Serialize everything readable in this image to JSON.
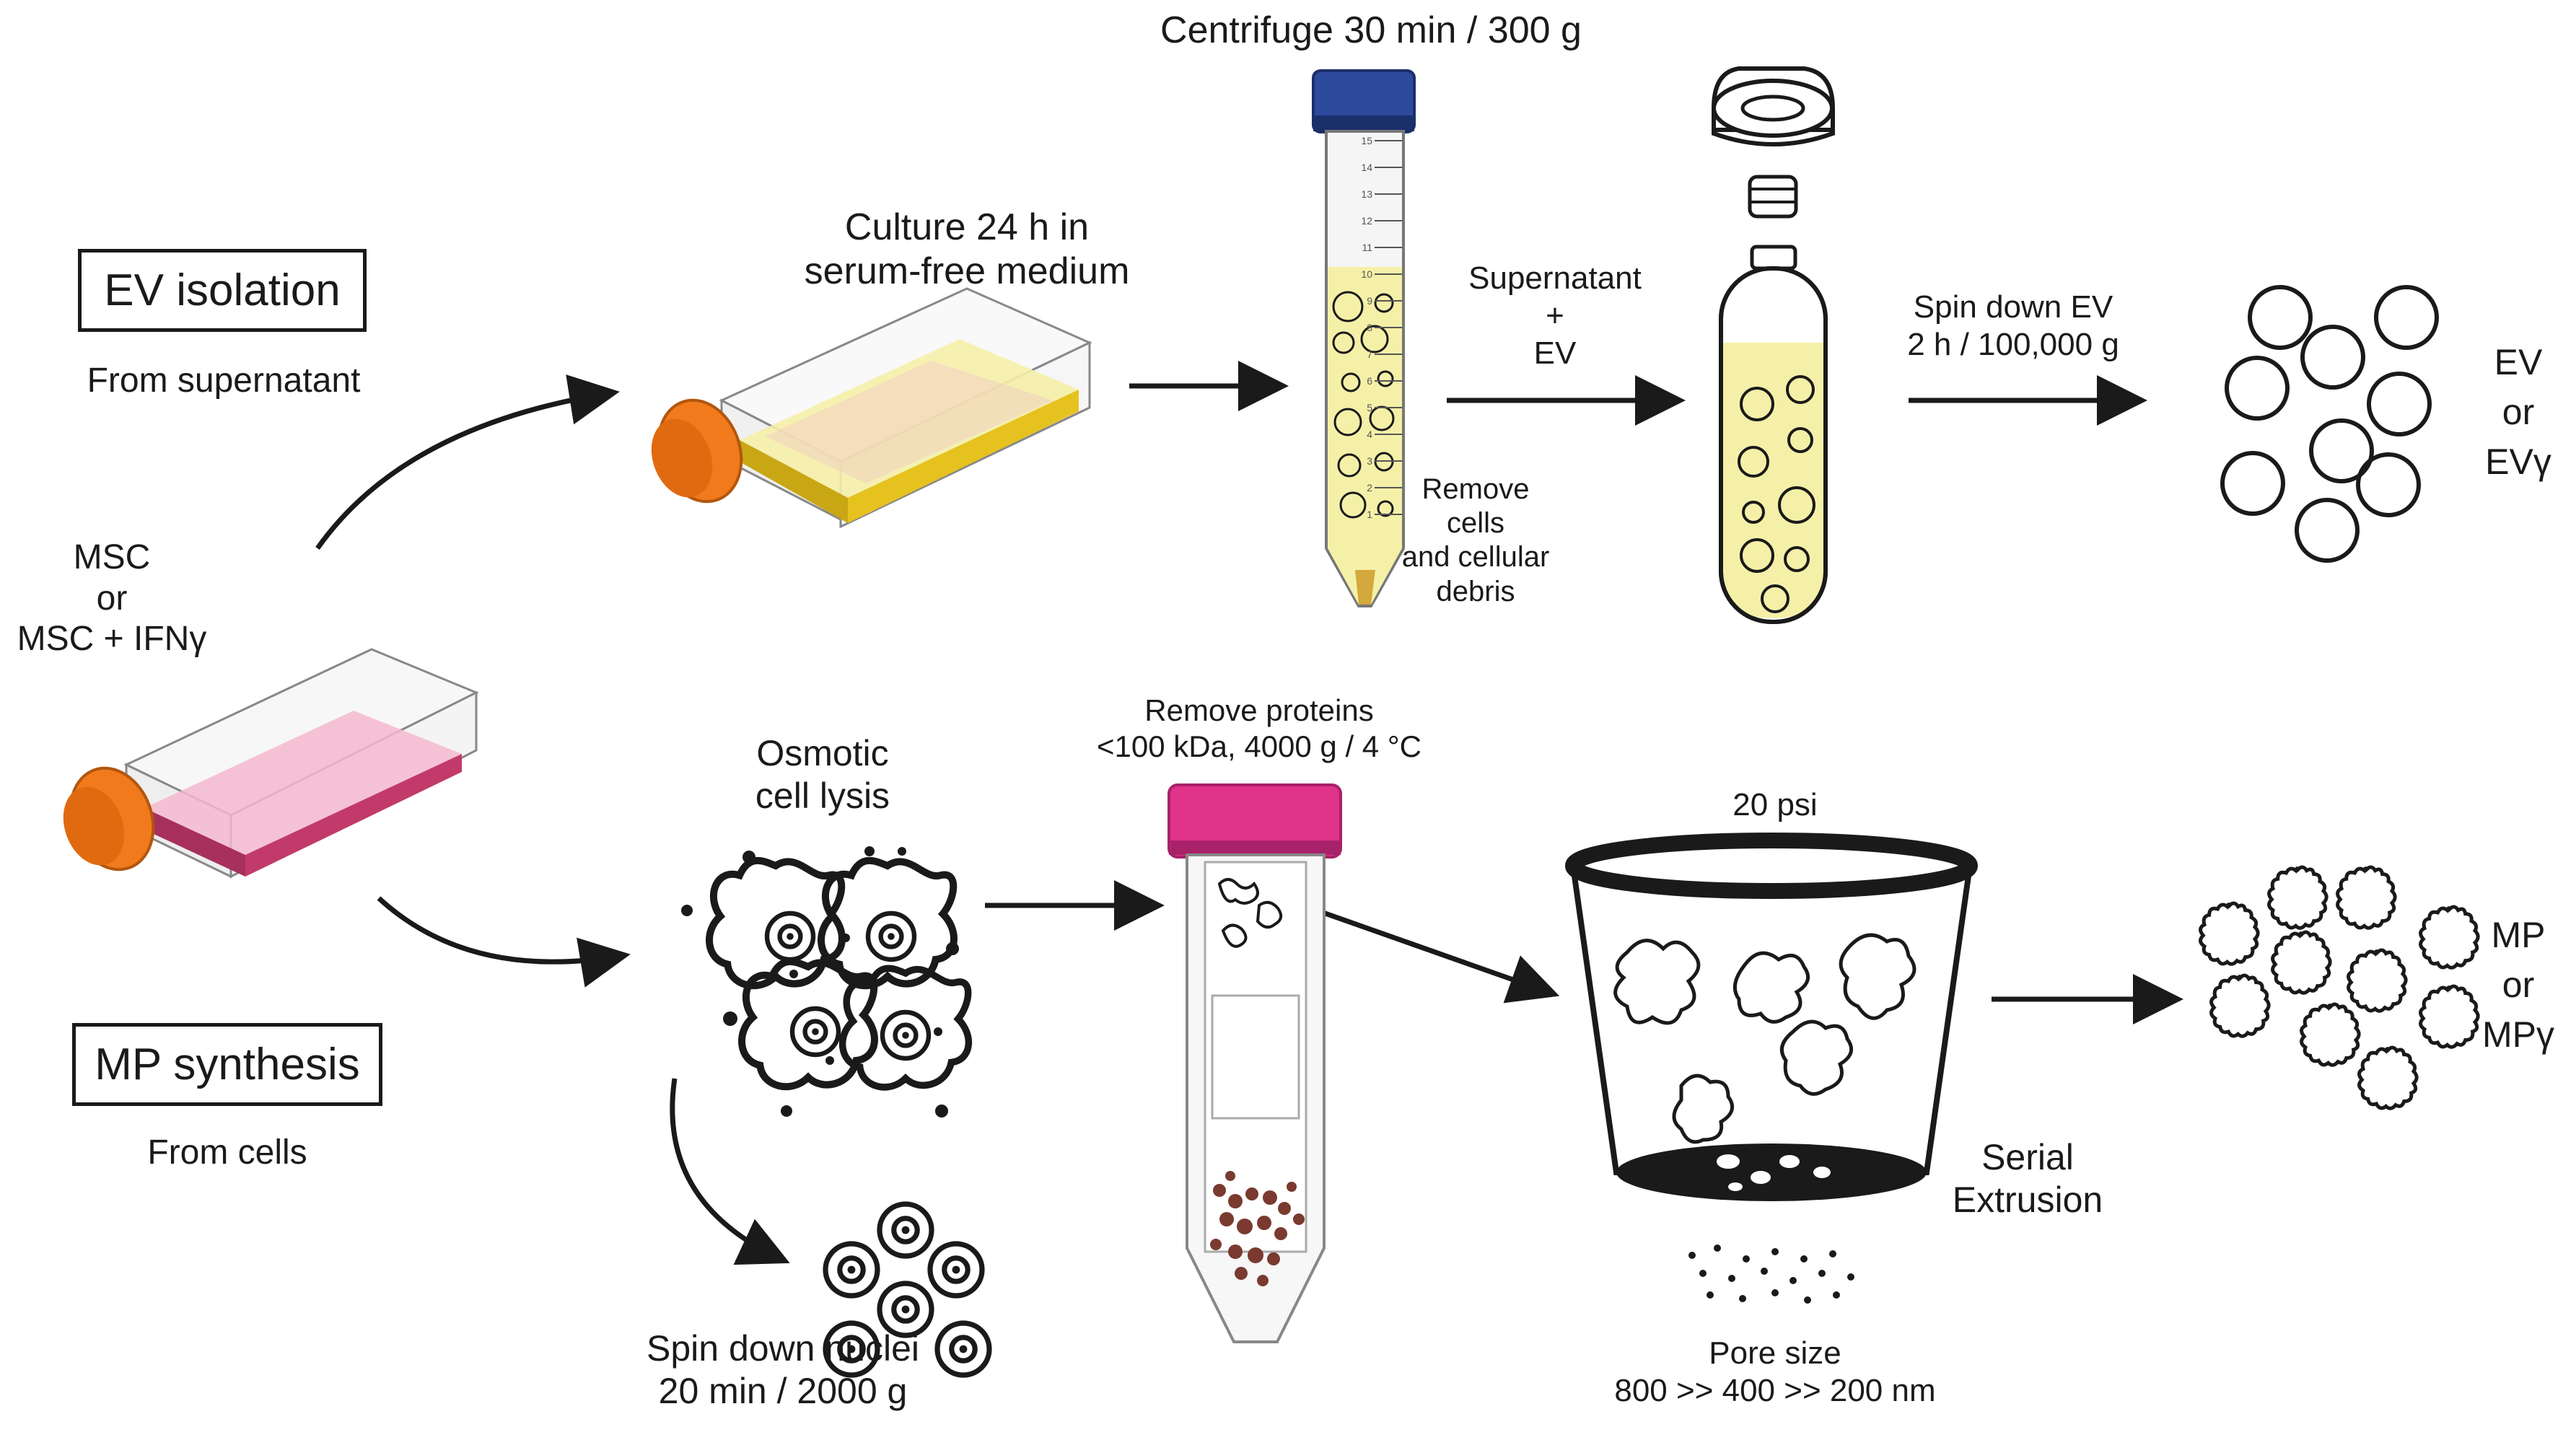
{
  "diagram": {
    "ev_isolation": {
      "box_label": "EV isolation",
      "source": "From supernatant",
      "culture_line1": "Culture 24 h in",
      "culture_line2": "serum-free medium",
      "centrifuge_label": "Centrifuge 30 min / 300 g",
      "tube_markings": [
        "15",
        "14",
        "13",
        "12",
        "11",
        "10",
        "9",
        "8",
        "7",
        "6",
        "5",
        "4",
        "3",
        "2",
        "1"
      ],
      "remove_line1": "Remove",
      "remove_line2": "cells",
      "remove_line3": "and cellular",
      "remove_line4": "debris",
      "supernatant_line1": "Supernatant",
      "supernatant_line2": "+",
      "supernatant_line3": "EV",
      "spin_line1": "Spin down EV",
      "spin_line2": "2 h / 100,000 g",
      "result_line1": "EV",
      "result_line2": "or",
      "result_line3": "EVγ"
    },
    "cells": {
      "line1": "MSC",
      "line2": "or",
      "line3": "MSC + IFNγ"
    },
    "mp_synthesis": {
      "box_label": "MP synthesis",
      "source": "From cells",
      "lysis_line1": "Osmotic",
      "lysis_line2": "cell lysis",
      "nuclei_line1": "Spin down nuclei",
      "nuclei_line2": "20 min / 2000 g",
      "proteins_line1": "Remove proteins",
      "proteins_line2": "<100 kDa, 4000 g / 4 °C",
      "pressure": "20 psi",
      "extrusion_line1": "Serial",
      "extrusion_line2": "Extrusion",
      "pore_line1": "Pore size",
      "pore_line2": "800 >> 400 >> 200 nm",
      "result_line1": "MP",
      "result_line2": "or",
      "result_line3": "MPγ"
    },
    "colors": {
      "ink": "#1a1a1a",
      "flask_cap": "#f07a1c",
      "yellow_medium": "#f5f0a8",
      "yellow_bottom": "#e6c21e",
      "pink_medium": "#f4b8cf",
      "pink_bottom": "#c23a6a",
      "tube_cap_blue": "#2e4a9c",
      "tube_cap_magenta": "#e0338a",
      "pellet": "#d4a83c",
      "nuclear_pellet": "#7a3a30"
    }
  }
}
